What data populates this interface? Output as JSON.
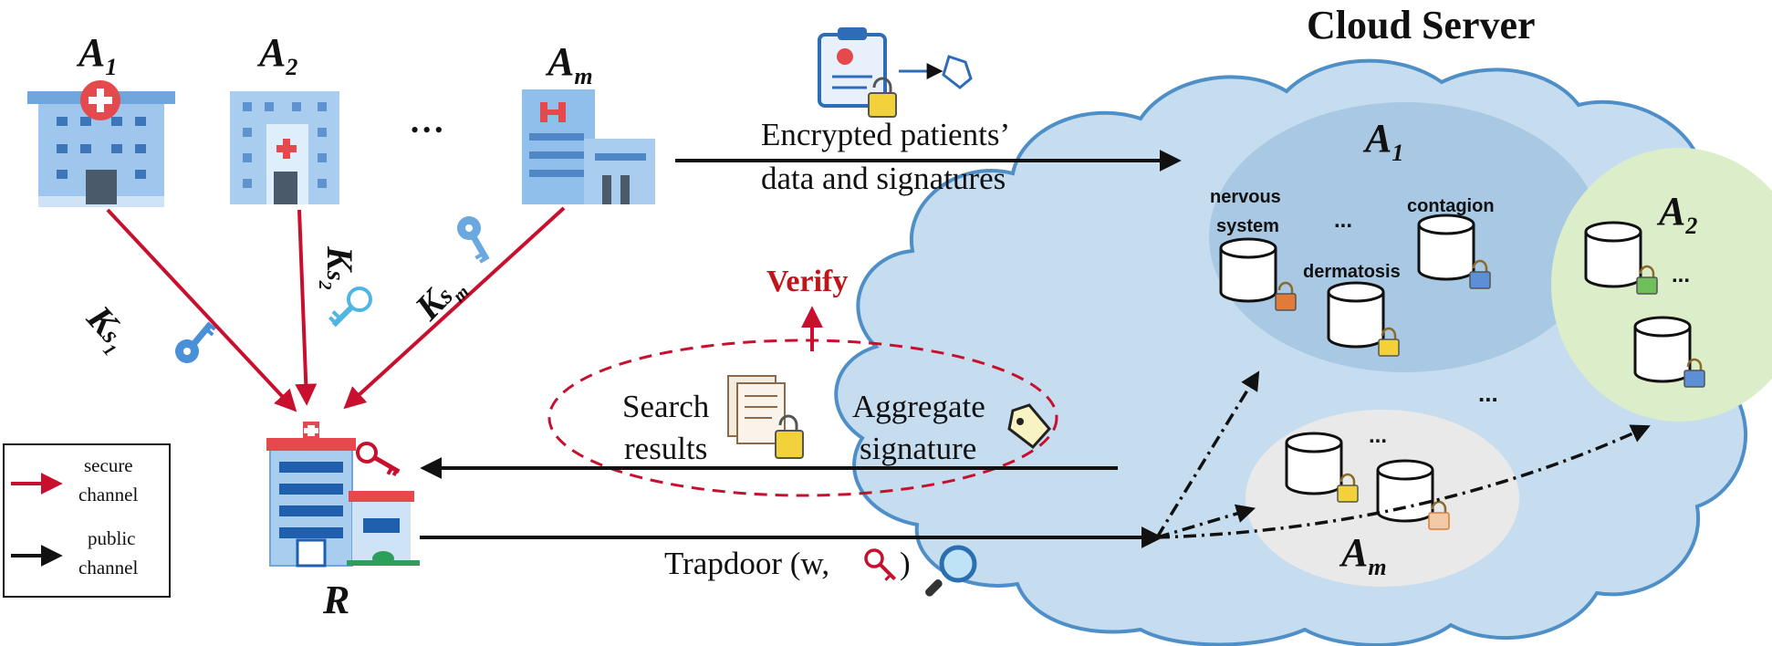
{
  "cloud": {
    "title": "Cloud Server",
    "sub_a1": "A",
    "sub_a1_idx": "1",
    "sub_a2": "A",
    "sub_a2_idx": "2",
    "sub_am": "A",
    "sub_am_idx": "m",
    "labels": {
      "nervous1": "nervous",
      "nervous2": "system",
      "contagion": "contagion",
      "dermatosis": "dermatosis",
      "dots": "..."
    }
  },
  "hospitals": {
    "a1": {
      "letter": "A",
      "idx": "1"
    },
    "a2": {
      "letter": "A",
      "idx": "2"
    },
    "am": {
      "letter": "A",
      "idx": "m"
    },
    "dots": "•••",
    "r": "R"
  },
  "keys": {
    "k1": {
      "letter": "K",
      "sub": "s",
      "subsub": "1"
    },
    "k2": {
      "letter": "K",
      "sub": "s",
      "subsub": "2"
    },
    "km": {
      "letter": "K",
      "sub": "s",
      "subsub": "m"
    }
  },
  "arrows": {
    "upload_line1": "Encrypted patients’",
    "upload_line2": "data and signatures",
    "trapdoor": "Trapdoor (w,",
    "trapdoor_close": ")",
    "verify": "Verify",
    "search1": "Search",
    "search2": "results",
    "agg1": "Aggregate",
    "agg2": "signature"
  },
  "legend": {
    "secure1": "secure",
    "secure2": "channel",
    "public1": "public",
    "public2": "channel"
  },
  "colors": {
    "secure": "#c8102e",
    "public": "#111111",
    "cloud_fill": "#c6ddef",
    "cloud_stroke": "#4e8fc8",
    "a1_ellipse": "#a9c8e3",
    "a2_ellipse": "#dceec9",
    "am_ellipse": "#e9e9e9",
    "verify": "#c0141b"
  }
}
